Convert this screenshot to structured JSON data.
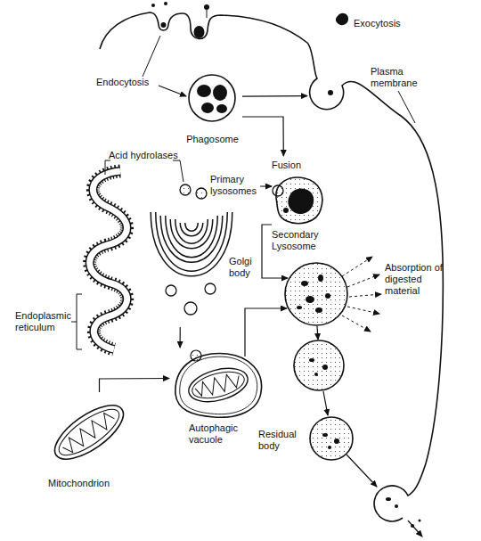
{
  "diagram": {
    "nodes": [
      {
        "text": [
          "Phagosome"
        ]
      },
      {
        "text": [
          "Exocytosis"
        ]
      },
      {
        "text": [
          "Primary lysosomes"
        ]
      },
      {
        "text": [
          "Fusion",
          "Secondary Lysosome"
        ]
      },
      {
        "text": [
          "Golgi body"
        ]
      },
      {
        "text": [
          "Endoplasmic reticulum"
        ]
      },
      {
        "text": [
          "Mitochondrion"
        ]
      },
      {
        "text": [
          "Autophagic vacuole"
        ]
      },
      {
        "text": [
          "Residual body"
        ]
      }
    ],
    "edges": [
      {
        "from": 0,
        "to": 1,
        "arrow": "to"
      },
      {
        "from": 0,
        "to": 3,
        "arrow": "to"
      },
      {
        "from": 2,
        "to": 3,
        "arrow": "to"
      },
      {
        "from": 4,
        "to": 7,
        "arrow": "to"
      },
      {
        "from": 6,
        "to": 7,
        "arrow": "to"
      }
    ],
    "labels": [
      "Endocytosis",
      "Plasma membrane",
      "Acid hydrolases",
      "Absorption of digested material"
    ]
  }
}
